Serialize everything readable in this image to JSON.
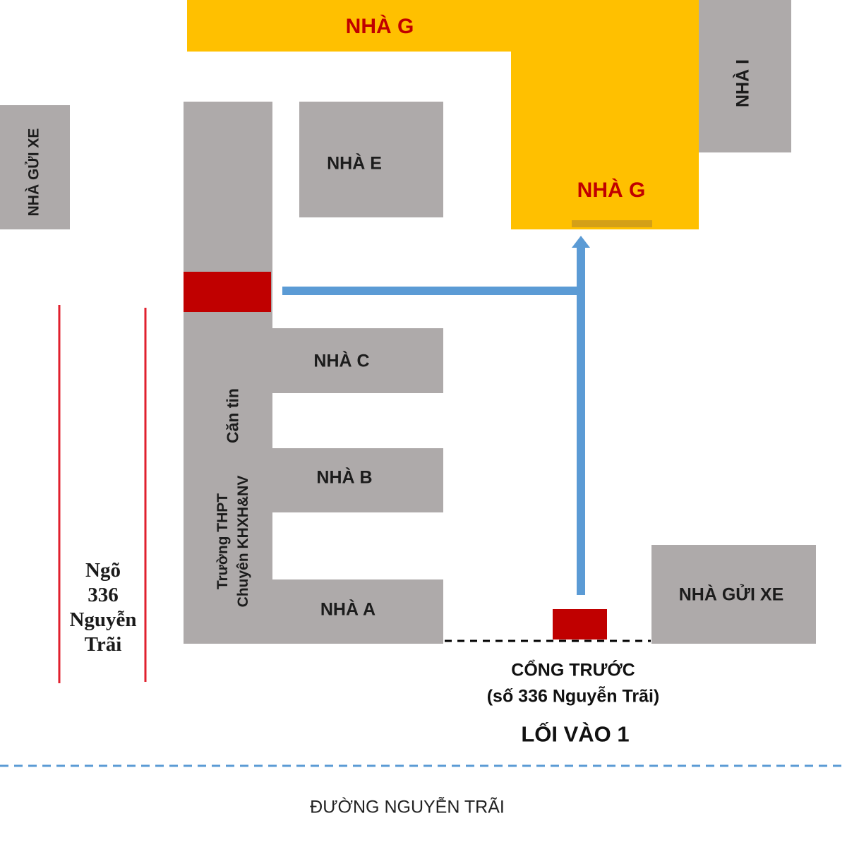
{
  "colors": {
    "building": "#AEAAAA",
    "building_g": "#FFC000",
    "building_g_label": "#C00000",
    "building_g_step": "#D4A017",
    "entrance_marker": "#C00000",
    "route": "#5B9BD5",
    "street_line": "#5B9BD5",
    "lane_line": "#E0202E",
    "gate_line": "#000000"
  },
  "buildings": {
    "nha_g_main": "NHÀ G",
    "nha_g_wing": "NHÀ G",
    "nha_i": "NHÀ I",
    "nha_e": "NHÀ E",
    "nha_c": "NHÀ C",
    "nha_b": "NHÀ B",
    "nha_a": "NHÀ A",
    "parking_west": "NHÀ GỬI XE",
    "parking_east": "NHÀ GỬI XE",
    "canteen": "Căn tin",
    "school": [
      "Trường THPT",
      "Chuyên KHXH&NV"
    ]
  },
  "lane": {
    "name_lines": [
      "Ngõ",
      "336",
      "Nguyễn",
      "Trãi"
    ]
  },
  "gate": {
    "title": "CỔNG TRƯỚC",
    "address": "(số 336 Nguyễn Trãi)",
    "entrance": "LỐI VÀO 1"
  },
  "street": {
    "name": "ĐƯỜNG NGUYỄN TRÃI"
  },
  "route": {
    "icon": "up-arrow-icon"
  }
}
